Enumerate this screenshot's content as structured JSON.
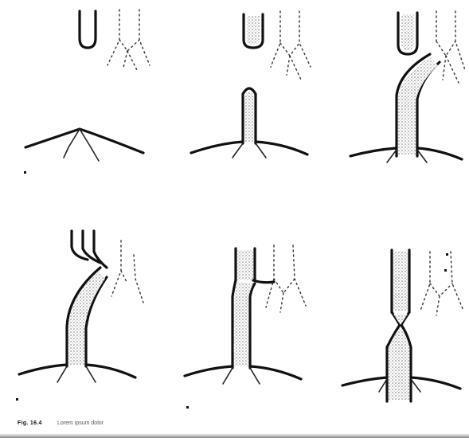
{
  "figure": {
    "caption_label": "Fig. 16.4",
    "caption_text": "Lorem ipsum dolor"
  },
  "panels": [
    {
      "id": "a"
    },
    {
      "id": "b"
    },
    {
      "id": "c"
    },
    {
      "id": "d"
    },
    {
      "id": "e"
    },
    {
      "id": "f"
    }
  ]
}
